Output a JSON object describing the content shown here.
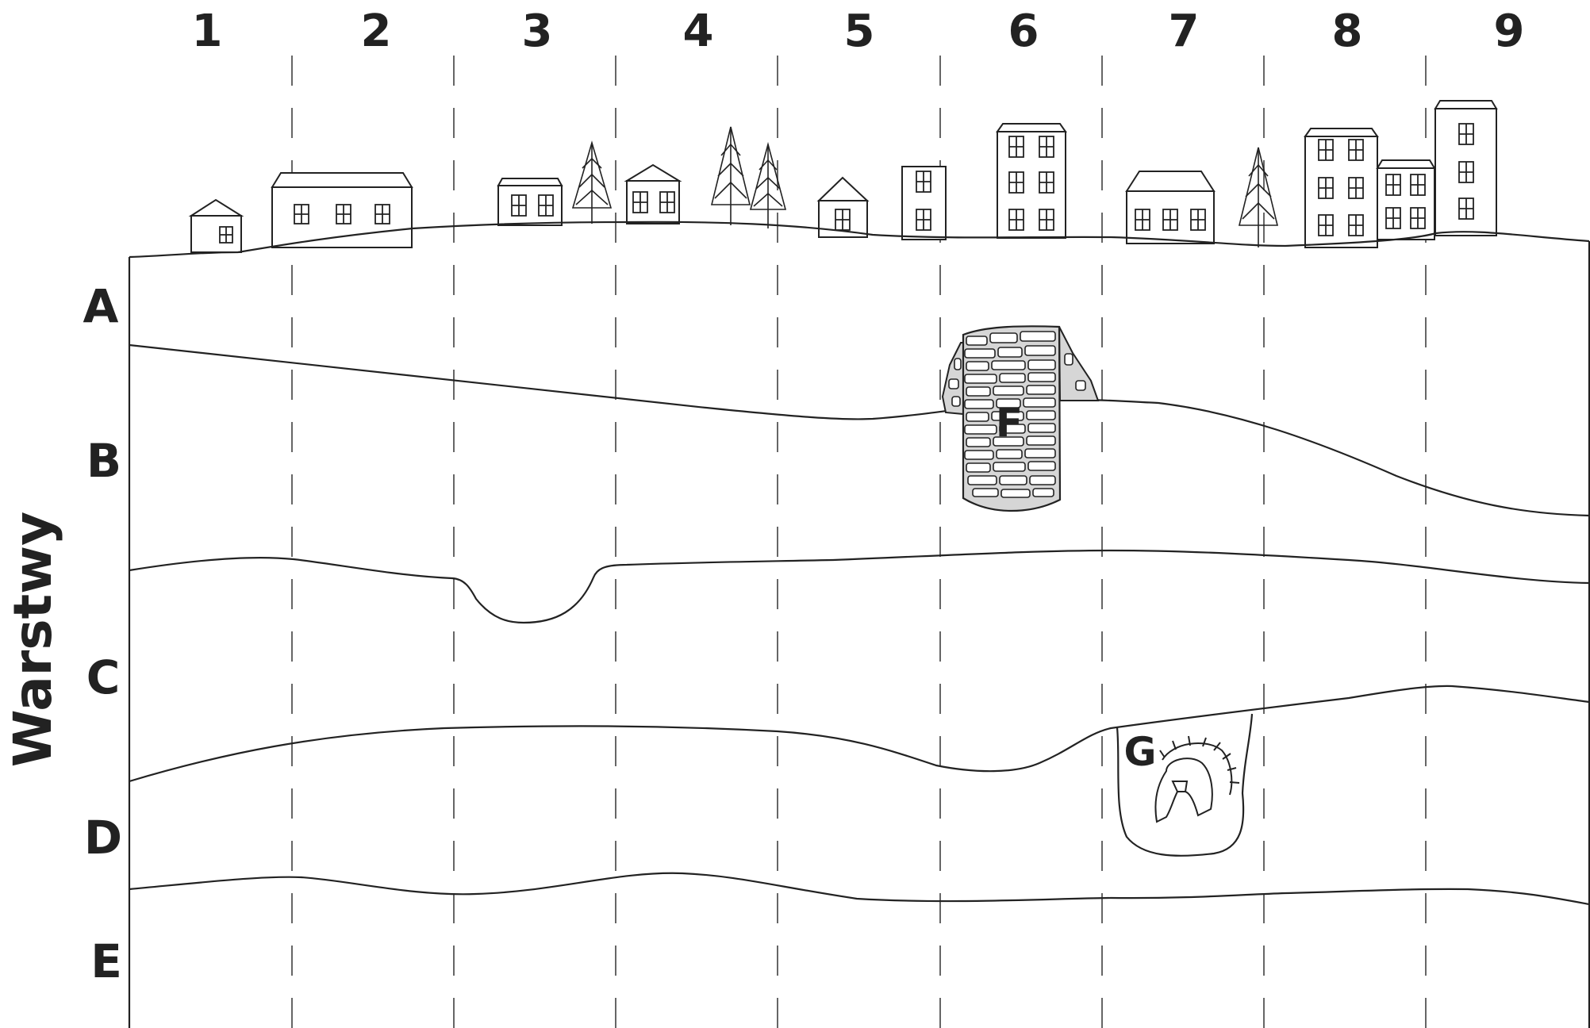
{
  "axis_title": "Warstwy",
  "columns": [
    "1",
    "2",
    "3",
    "4",
    "5",
    "6",
    "7",
    "8",
    "9"
  ],
  "layers": [
    "A",
    "B",
    "C",
    "D",
    "E"
  ],
  "features": {
    "wall": {
      "label": "F",
      "icon": "stone-wall-icon"
    },
    "pit": {
      "label": "G",
      "icon": "spartan-helmet-icon"
    }
  },
  "colors": {
    "ink": "#222222",
    "stone_fill": "#d6d6d6",
    "background": "#ffffff"
  }
}
